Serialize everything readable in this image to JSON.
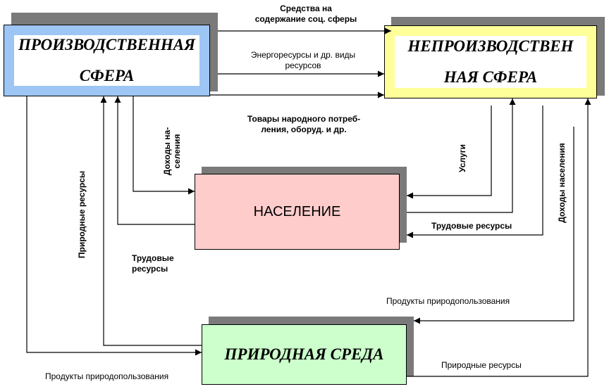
{
  "boxes": {
    "production": "ПРОИЗВОДСТВЕННАЯ\nСФЕРА",
    "nonproduction": "НЕПРОИЗВОДСТВЕН\nНАЯ СФЕРА",
    "population": "НАСЕЛЕНИЕ",
    "nature": "ПРИРОДНАЯ СРЕДА"
  },
  "colors": {
    "production_fill": "#ffffff",
    "production_border": "#9ec6f5",
    "nonproduction_fill": "#ffffff",
    "nonproduction_border": "#ffff99",
    "population_fill": "#ffcccc",
    "nature_fill": "#ccffcc",
    "shadow": "#7a7a7a"
  },
  "labels": {
    "funds_social": "Средства на\nсодержание соц. сферы",
    "energy": "Энергоресурсы и др. виды\nресурсов",
    "goods": "Товары народного потреб-\nления, оборуд. и др.",
    "income_population_left": "Доходы на-\nселения",
    "natural_resources_left": "Природные ресурсы",
    "labor_left": "Трудовые\nресурсы",
    "services": "Услуги",
    "labor_right": "Трудовые ресурсы",
    "income_population_right": "Доходы населения",
    "nature_products_right": "Продукты природопользования",
    "natural_resources_right": "Природные ресурсы",
    "nature_products_bottom": "Продукты природопользования"
  }
}
